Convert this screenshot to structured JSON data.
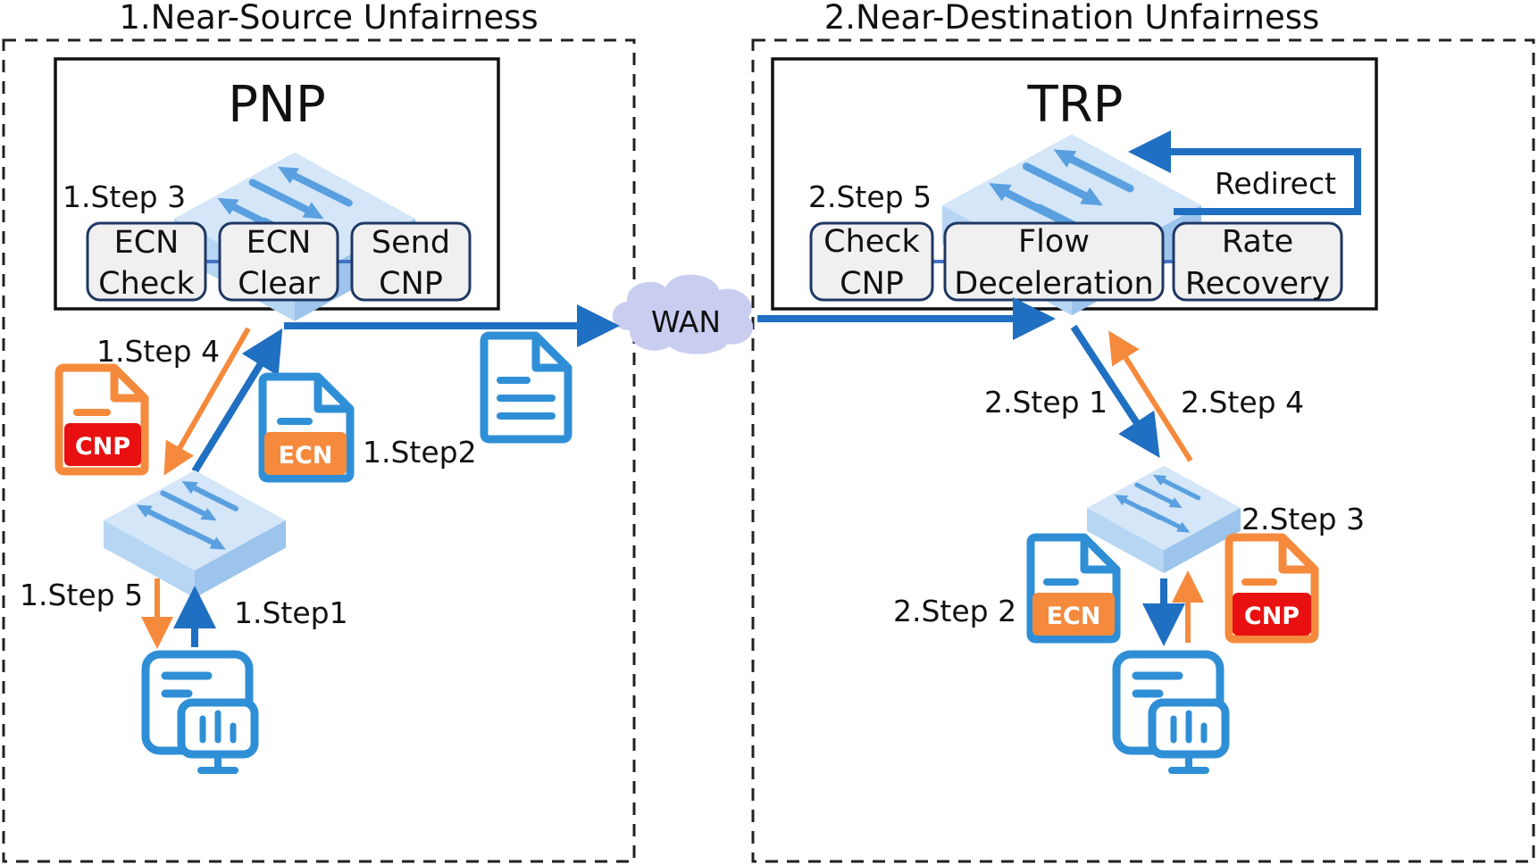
{
  "panels": {
    "left_title": "1.Near-Source Unfairness",
    "right_title": "2.Near-Destination Unfairness"
  },
  "pnp": {
    "title": "PNP",
    "modules": [
      "ECN Check",
      "ECN Clear",
      "Send CNP"
    ]
  },
  "trp": {
    "title": "TRP",
    "modules": [
      "Check CNP",
      "Flow Deceleration",
      "Rate Recovery"
    ],
    "redirect": "Redirect"
  },
  "wan": "WAN",
  "tags": {
    "cnp": "CNP",
    "ecn": "ECN"
  },
  "steps": {
    "s1_1": "1.Step1",
    "s1_2": "1.Step2",
    "s1_3": "1.Step 3",
    "s1_4": "1.Step 4",
    "s1_5": "1.Step 5",
    "s2_1": "2.Step 1",
    "s2_2": "2.Step 2",
    "s2_3": "2.Step 3",
    "s2_4": "2.Step 4",
    "s2_5": "2.Step 5"
  },
  "colors": {
    "blue_arrow": "#1f6fc2",
    "orange_arrow": "#f58a3c",
    "switch_top": "#cfe3f7",
    "switch_side": "#a9cdf0",
    "icon_blue": "#2f8fd6",
    "cnp_red": "#e81010",
    "ecn_orange": "#f58a3c",
    "cloud": "#c9cdf0"
  }
}
